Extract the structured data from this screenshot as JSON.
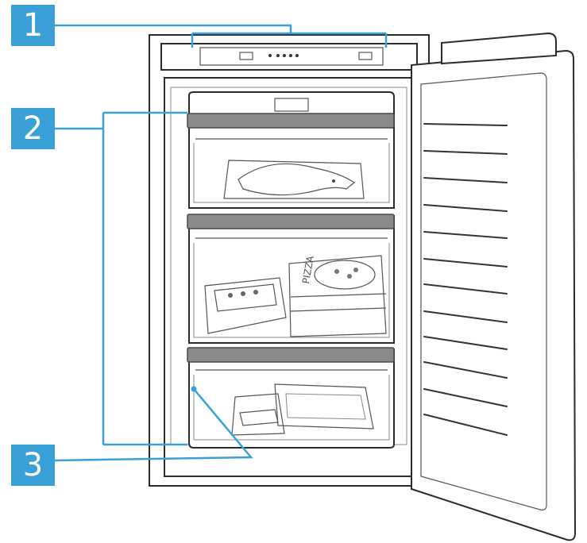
{
  "callouts": [
    {
      "id": "1",
      "label": "1"
    },
    {
      "id": "2",
      "label": "2"
    },
    {
      "id": "3",
      "label": "3"
    }
  ],
  "colors": {
    "accent": "#3aa0d8",
    "outline": "#2b2b2b",
    "shelf": "#8b8b8b"
  },
  "food_labels": {
    "pizza_box": "PIZZA"
  },
  "icons": [
    "freezer-illustration",
    "control-panel-icon",
    "fish-package-icon",
    "pizza-box-icon",
    "frozen-food-bag-icon"
  ]
}
